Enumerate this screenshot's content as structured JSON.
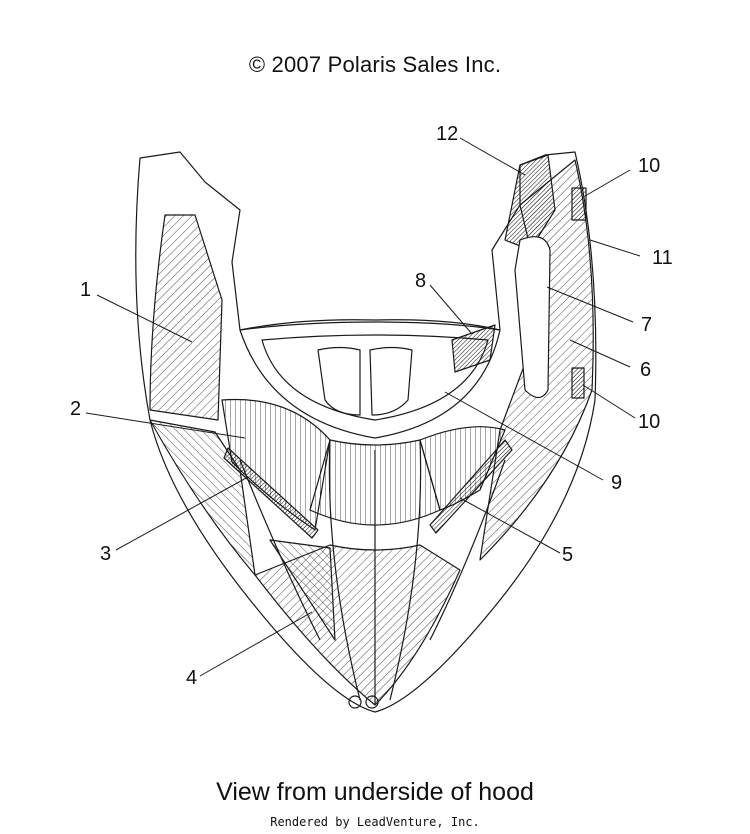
{
  "header": {
    "copyright": "© 2007 Polaris Sales Inc."
  },
  "callouts": [
    {
      "id": "1",
      "text": "1"
    },
    {
      "id": "2",
      "text": "2"
    },
    {
      "id": "3",
      "text": "3"
    },
    {
      "id": "4",
      "text": "4"
    },
    {
      "id": "5",
      "text": "5"
    },
    {
      "id": "6",
      "text": "6"
    },
    {
      "id": "7",
      "text": "7"
    },
    {
      "id": "8",
      "text": "8"
    },
    {
      "id": "9",
      "text": "9"
    },
    {
      "id": "10a",
      "text": "10"
    },
    {
      "id": "10b",
      "text": "10"
    },
    {
      "id": "11",
      "text": "11"
    },
    {
      "id": "12",
      "text": "12"
    }
  ],
  "footer": {
    "caption": "View from underside of hood",
    "rendered_by": "Rendered by LeadVenture, Inc."
  },
  "colors": {
    "line": "#1a1a1a",
    "background": "#ffffff"
  }
}
